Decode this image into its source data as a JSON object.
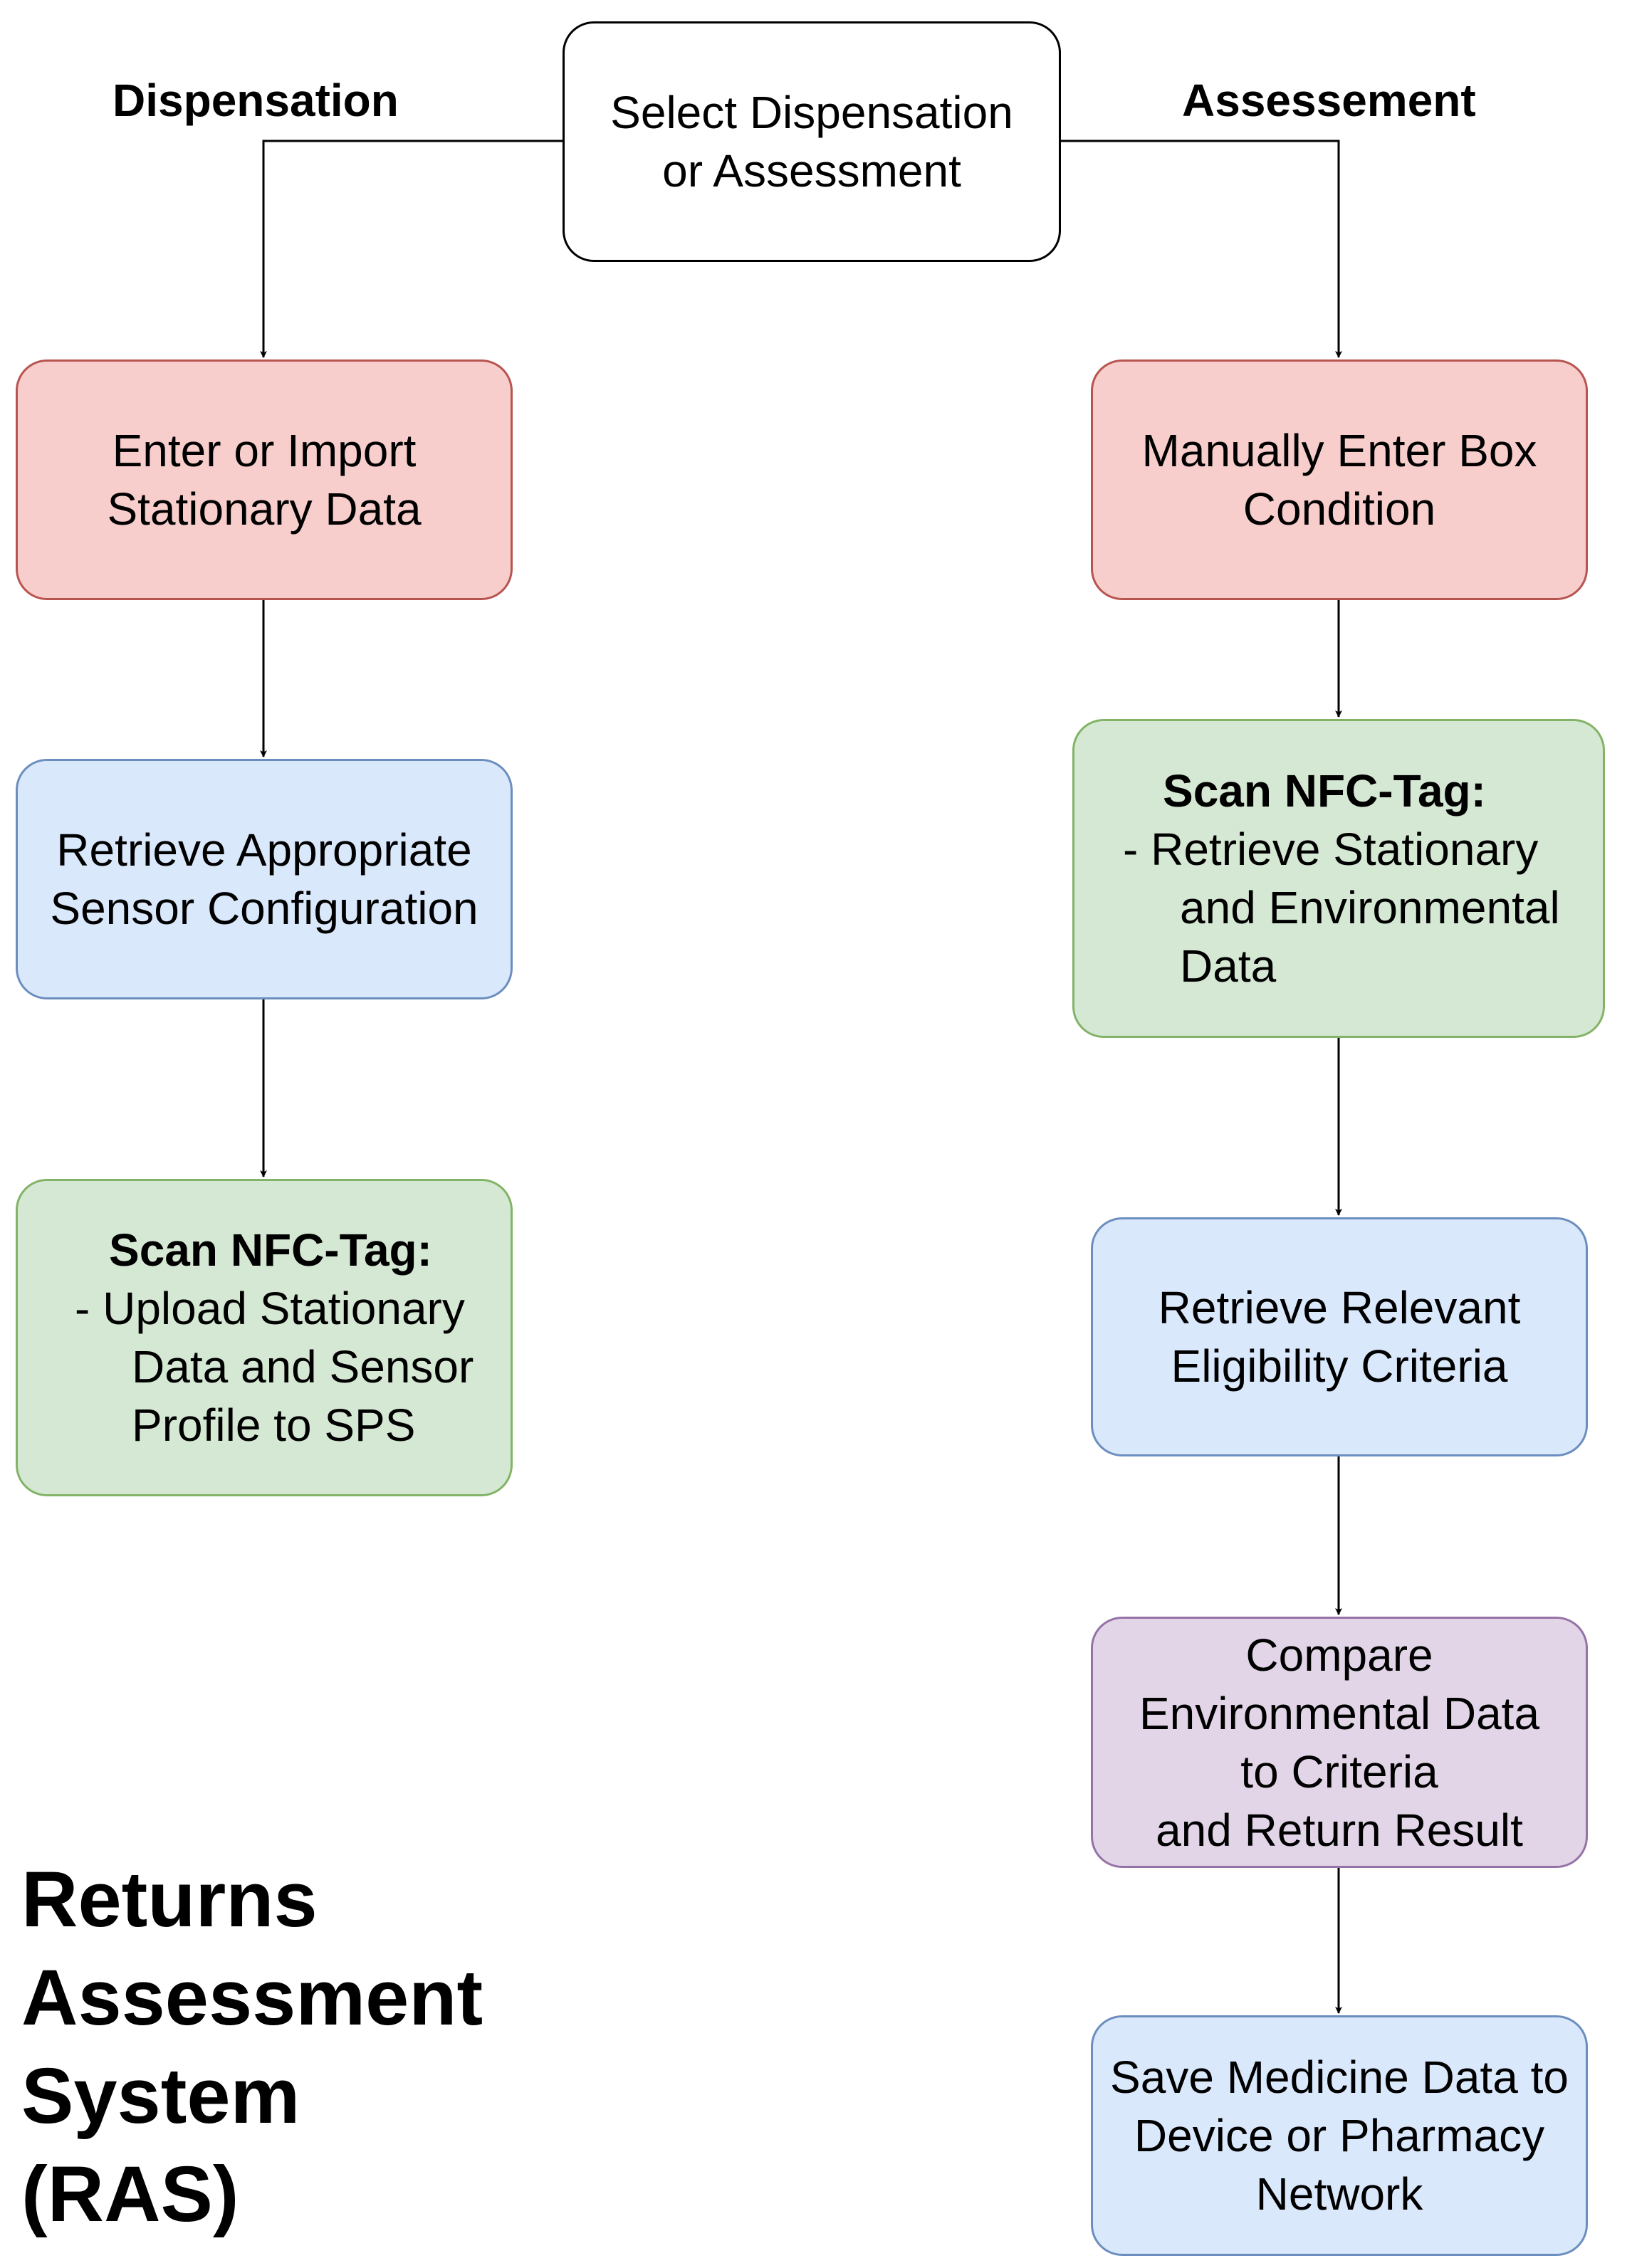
{
  "branch_labels": {
    "left": "Dispensation",
    "right": "Assessement"
  },
  "start": {
    "lines": [
      "Select Dispensation",
      "or Assessment"
    ]
  },
  "dispensation": {
    "enter_data": [
      "Enter or Import",
      "Stationary Data"
    ],
    "retrieve_config": [
      "Retrieve Appropriate",
      "Sensor Configuration"
    ],
    "scan": {
      "heading": "Scan NFC-Tag:",
      "lines": [
        "- Upload Stationary",
        "Data and Sensor",
        "Profile to SPS"
      ]
    }
  },
  "assessment": {
    "enter_condition": [
      "Manually Enter Box",
      "Condition"
    ],
    "scan": {
      "heading": "Scan  NFC-Tag:",
      "lines": [
        "- Retrieve Stationary",
        "and Environmental",
        "Data"
      ]
    },
    "retrieve_criteria": [
      "Retrieve Relevant",
      "Eligibility Criteria"
    ],
    "compare": [
      "Compare",
      "Environmental Data",
      "to Criteria",
      "and Return Result"
    ],
    "save": [
      "Save Medicine Data to",
      "Device or Pharmacy",
      "Network"
    ]
  },
  "title": [
    "Returns",
    "Assessment",
    "System",
    "(RAS)"
  ],
  "colors": {
    "red_fill": "#f8cecc",
    "red_border": "#b85450",
    "blue_fill": "#dae8fc",
    "blue_border": "#6c8ebf",
    "green_fill": "#d5e8d4",
    "green_border": "#82b366",
    "purple_fill": "#e1d5e7",
    "purple_border": "#9673a6"
  }
}
